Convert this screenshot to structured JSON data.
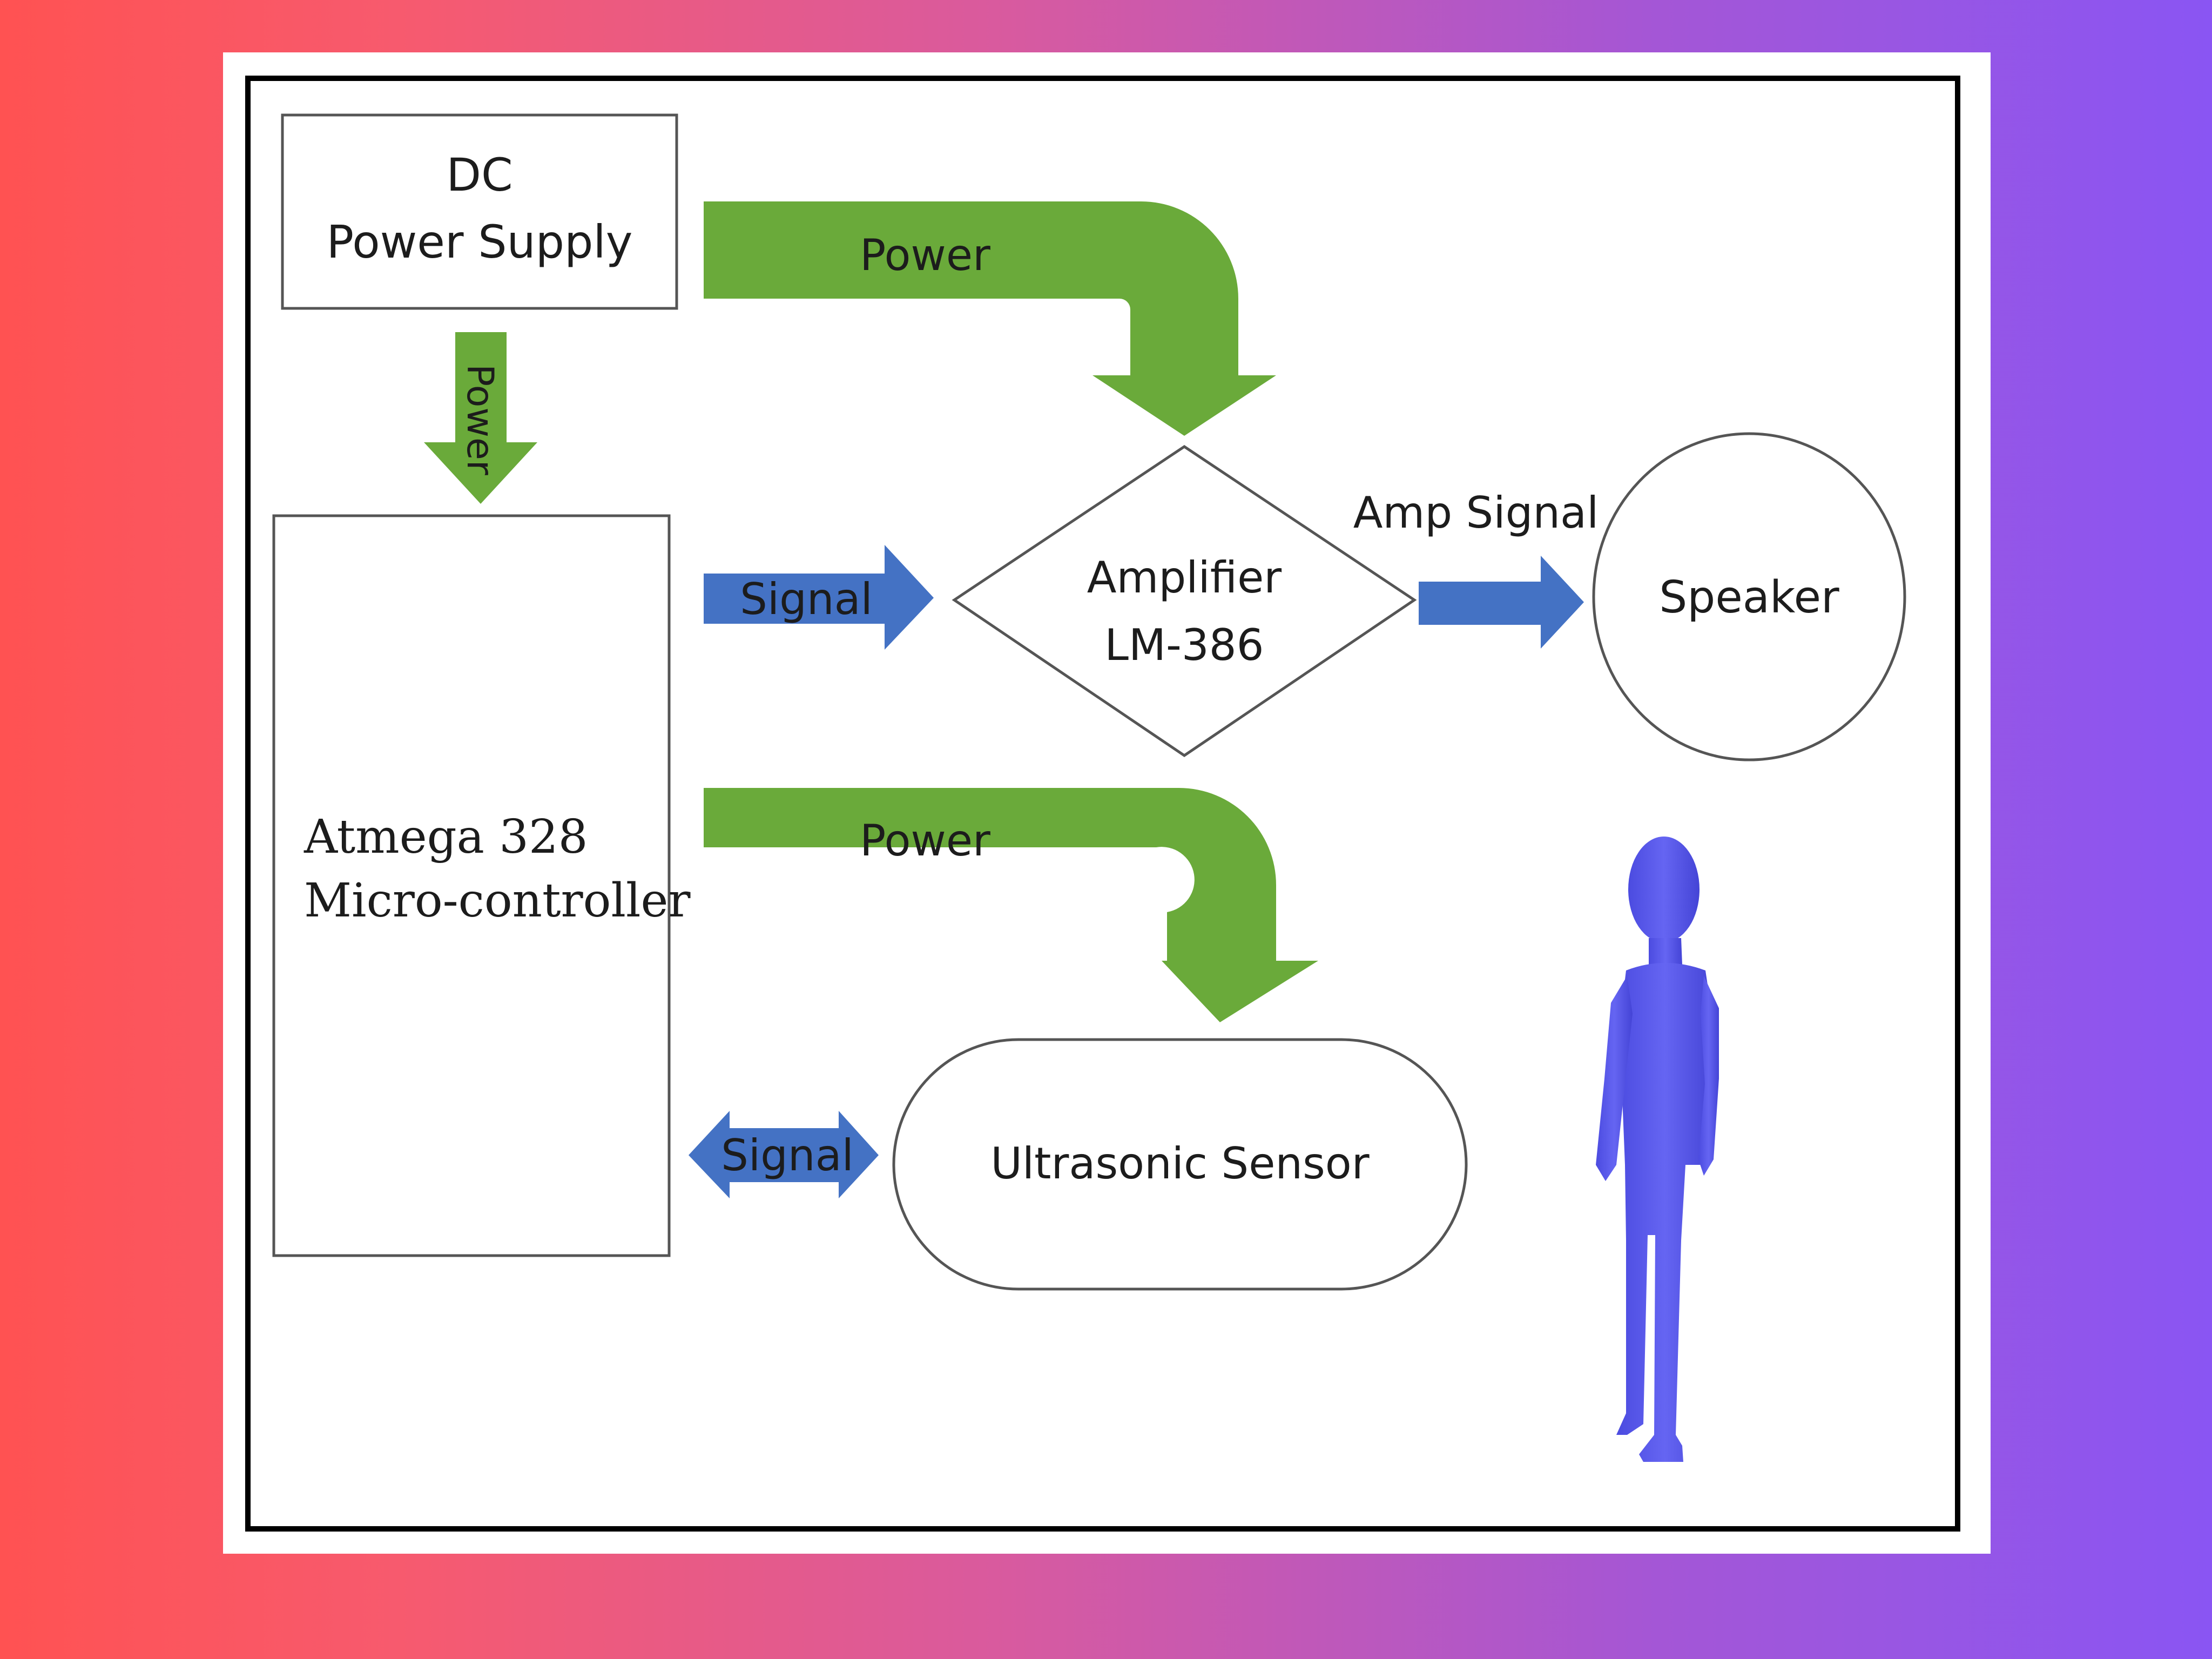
{
  "nodes": {
    "dc_supply": {
      "line1": "DC",
      "line2": "Power Supply"
    },
    "microcontroller": {
      "line1": "Atmega 328",
      "line2": "Micro-controller"
    },
    "amplifier": {
      "line1": "Amplifier",
      "line2": "LM-386"
    },
    "speaker": {
      "label": "Speaker"
    },
    "ultrasonic": {
      "label": "Ultrasonic Sensor"
    }
  },
  "arrows": {
    "power_to_amplifier": "Power",
    "power_to_micro": "Power",
    "signal_to_amplifier": "Signal",
    "amp_signal": "Amp Signal",
    "power_to_sensor": "Power",
    "signal_bidirectional": "Signal"
  },
  "figure": {
    "icon": "human-figure-icon"
  },
  "colors": {
    "power": "#6aaa3a",
    "signal": "#4472c4",
    "figure": "#5b5bec",
    "border": "#000000"
  }
}
